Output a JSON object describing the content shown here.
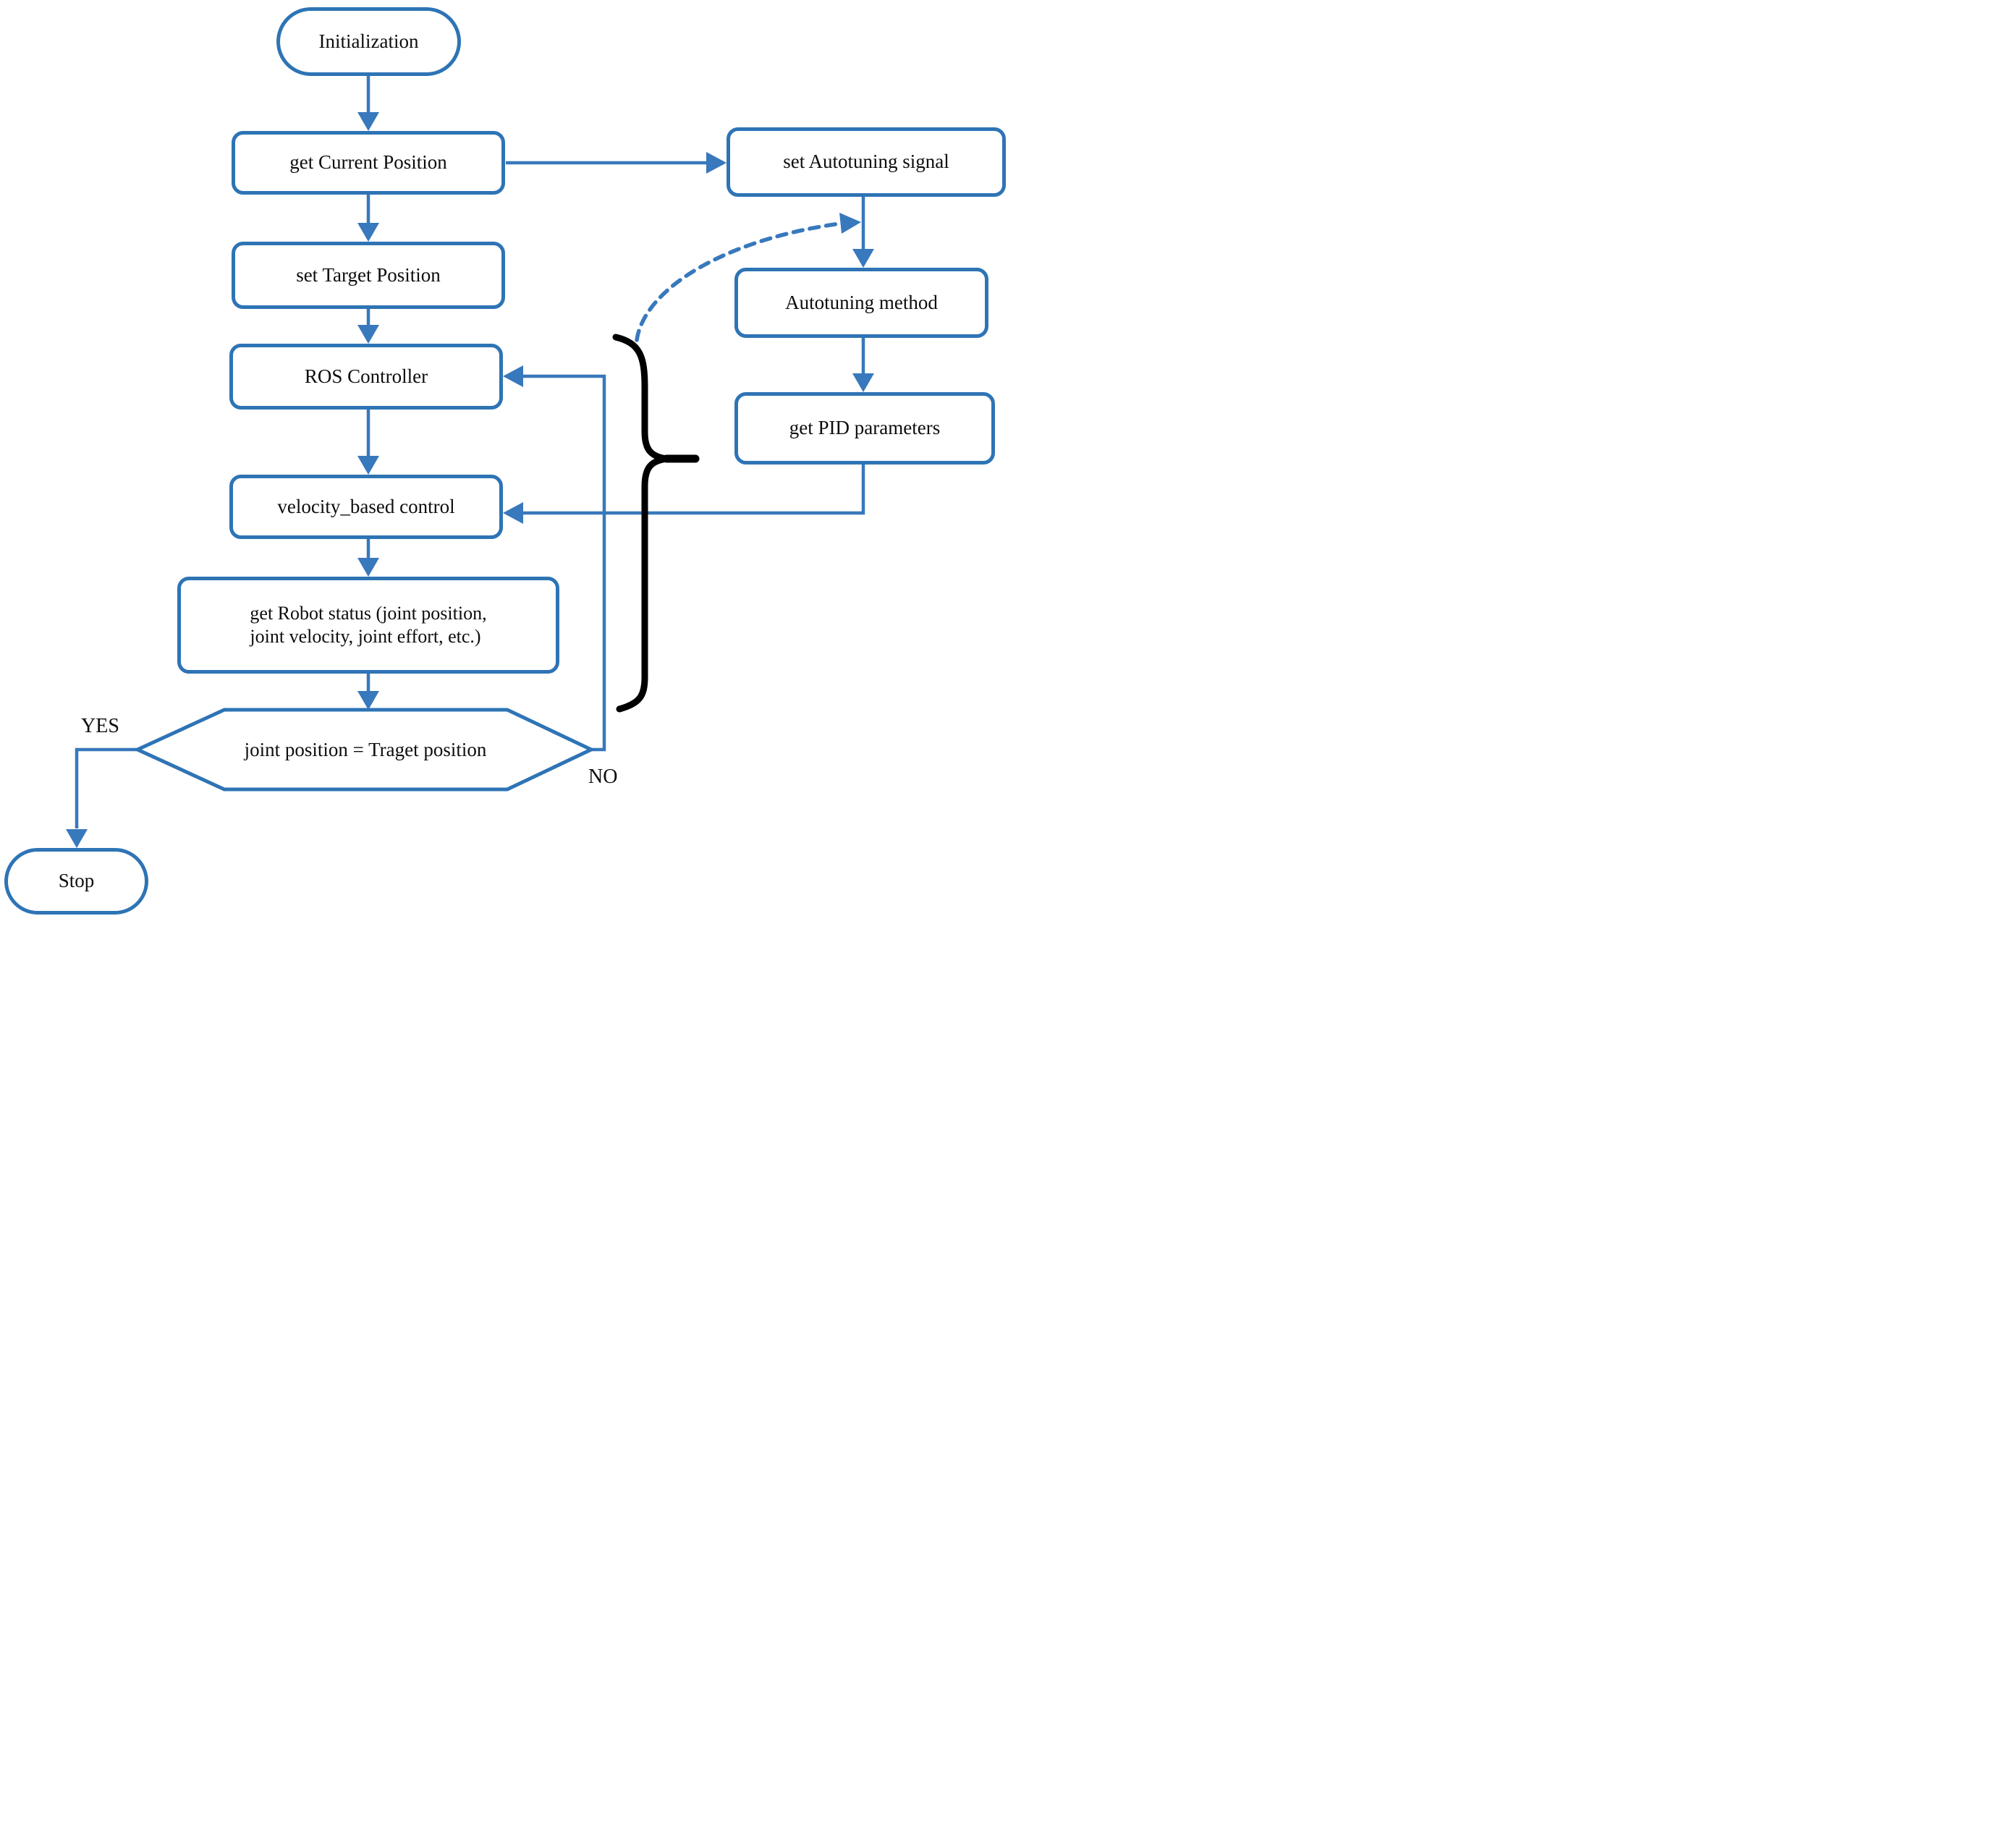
{
  "diagram": {
    "type": "flowchart",
    "colors": {
      "accent": "#2E74B5",
      "arrow": "#3878BC",
      "brace": "#000000",
      "text": "#0d0d0d",
      "background": "#ffffff"
    },
    "nodes": {
      "initialization": {
        "label": "Initialization",
        "shape": "pill"
      },
      "get_current_position": {
        "label": "get Current Position",
        "shape": "rect"
      },
      "set_autotuning_signal": {
        "label": "set Autotuning signal",
        "shape": "rect"
      },
      "set_target_position": {
        "label": "set Target Position",
        "shape": "rect"
      },
      "autotuning_method": {
        "label": "Autotuning method",
        "shape": "rect"
      },
      "ros_controller": {
        "label": "ROS Controller",
        "shape": "rect"
      },
      "get_pid_parameters": {
        "label": "get PID parameters",
        "shape": "rect"
      },
      "velocity_based_control": {
        "label": "velocity_based control",
        "shape": "rect"
      },
      "get_robot_status": {
        "label": "get Robot status (joint position,\njoint velocity, joint effort, etc.)",
        "shape": "rect"
      },
      "decision": {
        "label": "joint position = Traget position",
        "shape": "hexagon"
      },
      "stop": {
        "label": "Stop",
        "shape": "pill"
      }
    },
    "edge_labels": {
      "yes": "YES",
      "no": "NO"
    }
  }
}
